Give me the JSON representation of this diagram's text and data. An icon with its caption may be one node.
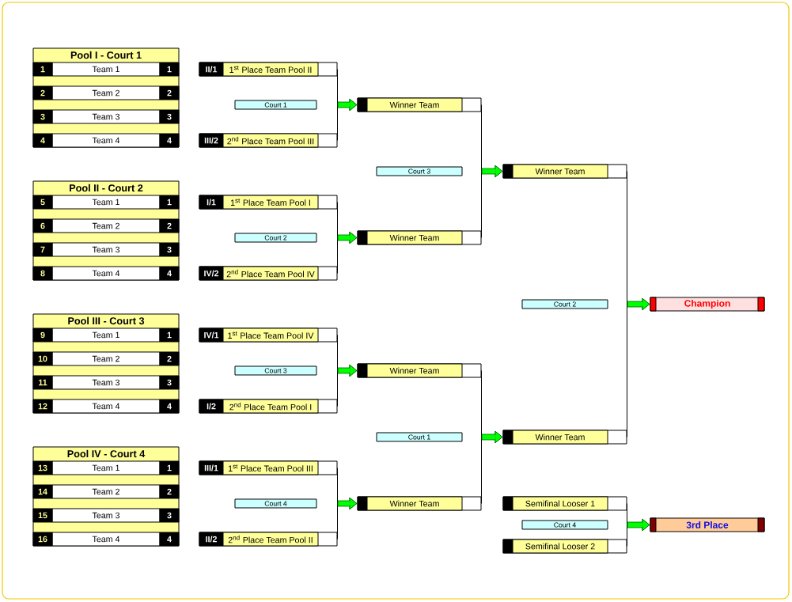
{
  "diagram": {
    "nodes": [
      {
        "text": [
          "Pool I - Court 1"
        ]
      },
      {
        "text": [
          "1",
          "Team 1",
          "1"
        ],
        "in": 0
      },
      {
        "text": [
          "2",
          "Team 2",
          "2"
        ],
        "in": 0
      },
      {
        "text": [
          "3",
          "Team 3",
          "3"
        ],
        "in": 0
      },
      {
        "text": [
          "4",
          "Team 4",
          "4"
        ],
        "in": 0
      },
      {
        "text": [
          "Pool II - Court 2"
        ]
      },
      {
        "text": [
          "5",
          "Team 1",
          "1"
        ],
        "in": 5
      },
      {
        "text": [
          "6",
          "Team 2",
          "2"
        ],
        "in": 5
      },
      {
        "text": [
          "7",
          "Team 3",
          "3"
        ],
        "in": 5
      },
      {
        "text": [
          "8",
          "Team 4",
          "4"
        ],
        "in": 5
      },
      {
        "text": [
          "Pool III - Court 3"
        ]
      },
      {
        "text": [
          "9",
          "Team 1",
          "1"
        ],
        "in": 10
      },
      {
        "text": [
          "10",
          "Team 2",
          "2"
        ],
        "in": 10
      },
      {
        "text": [
          "11",
          "Team 3",
          "3"
        ],
        "in": 10
      },
      {
        "text": [
          "12",
          "Team 4",
          "4"
        ],
        "in": 10
      },
      {
        "text": [
          "Pool IV - Court 4"
        ]
      },
      {
        "text": [
          "13",
          "Team 1",
          "1"
        ],
        "in": 15
      },
      {
        "text": [
          "14",
          "Team 2",
          "2"
        ],
        "in": 15
      },
      {
        "text": [
          "15",
          "Team 3",
          "3"
        ],
        "in": 15
      },
      {
        "text": [
          "16",
          "Team 4",
          "4"
        ],
        "in": 15
      },
      {
        "text": [
          "II/1",
          "1$^{st}$ Place Team Pool II"
        ]
      },
      {
        "text": [
          "Court 1"
        ]
      },
      {
        "text": [
          "III/2",
          "2$^{nd}$ Place Team Pool III"
        ]
      },
      {
        "text": [
          "Winner Team"
        ]
      },
      {
        "text": [
          "I/1",
          "1$^{st}$ Place Team Pool I"
        ]
      },
      {
        "text": [
          "Court 2"
        ]
      },
      {
        "text": [
          "IV/2",
          "2$^{nd}$ Place Team Pool IV"
        ]
      },
      {
        "text": [
          "Winner Team"
        ]
      },
      {
        "text": [
          "IV/1",
          "1$^{st}$ Place Team Pool IV"
        ]
      },
      {
        "text": [
          "Court 3"
        ]
      },
      {
        "text": [
          "I/2",
          "2$^{nd}$ Place Team Pool I"
        ]
      },
      {
        "text": [
          "Winner Team"
        ]
      },
      {
        "text": [
          "III/1",
          "1$^{st}$ Place Team Pool III"
        ]
      },
      {
        "text": [
          "Court 4"
        ]
      },
      {
        "text": [
          "II/2",
          "2$^{nd}$ Place Team Pool II"
        ]
      },
      {
        "text": [
          "Winner Team"
        ]
      },
      {
        "text": [
          "Court 3"
        ]
      },
      {
        "text": [
          "Winner Team"
        ]
      },
      {
        "text": [
          "Court 1"
        ]
      },
      {
        "text": [
          "Winner Team"
        ]
      },
      {
        "text": [
          "Court 2"
        ]
      },
      {
        "text": [
          "Champion"
        ]
      },
      {
        "text": [
          "Semifinal Looser 1"
        ]
      },
      {
        "text": [
          "Court 4"
        ]
      },
      {
        "text": [
          "Semifinal Looser 2"
        ]
      },
      {
        "text": [
          "3rd Place"
        ]
      }
    ],
    "edges": [
      {
        "from": 20,
        "to": 23,
        "arrow": "to"
      },
      {
        "from": 22,
        "to": 23,
        "arrow": "to"
      },
      {
        "from": 24,
        "to": 27,
        "arrow": "to"
      },
      {
        "from": 26,
        "to": 27,
        "arrow": "to"
      },
      {
        "from": 28,
        "to": 31,
        "arrow": "to"
      },
      {
        "from": 30,
        "to": 31,
        "arrow": "to"
      },
      {
        "from": 32,
        "to": 35,
        "arrow": "to"
      },
      {
        "from": 34,
        "to": 35,
        "arrow": "to"
      },
      {
        "from": 23,
        "to": 37,
        "arrow": "to"
      },
      {
        "from": 27,
        "to": 37,
        "arrow": "to"
      },
      {
        "from": 31,
        "to": 39,
        "arrow": "to"
      },
      {
        "from": 35,
        "to": 39,
        "arrow": "to"
      },
      {
        "from": 37,
        "to": 41,
        "arrow": "to"
      },
      {
        "from": 39,
        "to": 41,
        "arrow": "to"
      },
      {
        "from": 42,
        "to": 45,
        "arrow": "to"
      },
      {
        "from": 44,
        "to": 45,
        "arrow": "to"
      }
    ]
  }
}
